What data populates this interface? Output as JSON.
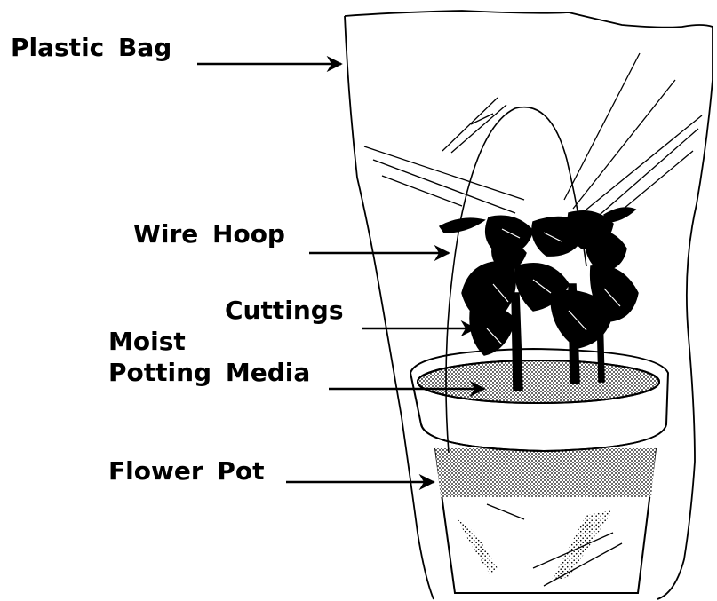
{
  "labels": {
    "plastic_bag": "Plastic Bag",
    "wire_hoop": "Wire Hoop",
    "cuttings": "Cuttings",
    "moist": "Moist",
    "potting_media": "Potting Media",
    "flower_pot": "Flower Pot"
  },
  "colors": {
    "ink": "#000000",
    "background": "#ffffff",
    "media_fill": "#555555"
  }
}
